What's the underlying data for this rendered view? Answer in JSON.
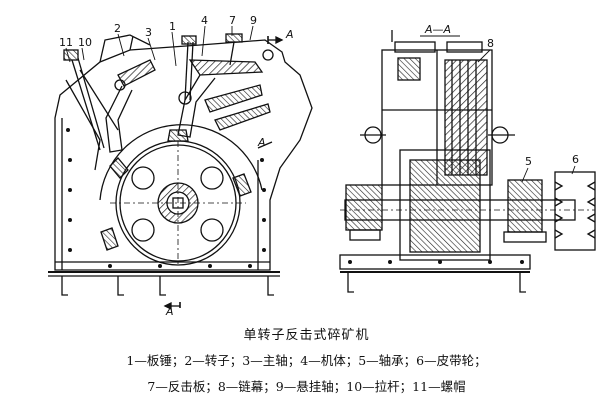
{
  "title": "单转子反击式碎矿机",
  "legend_line1": "1—板锤；2—转子；3—主轴；4—机体；5—轴承；6—皮带轮；",
  "legend_line2": "7—反击板；8—链幕；9—悬挂轴；10—拉杆；11—螺帽",
  "section_label": "A—A",
  "cut_mark": "A",
  "part_numbers": {
    "n1": "1",
    "n2": "2",
    "n3": "3",
    "n4": "4",
    "n5": "5",
    "n6": "6",
    "n7": "7",
    "n8": "8",
    "n9": "9",
    "n10": "10",
    "n11": "11"
  },
  "colors": {
    "ink": "#111111",
    "paper": "#ffffff",
    "shade": "#444444"
  }
}
